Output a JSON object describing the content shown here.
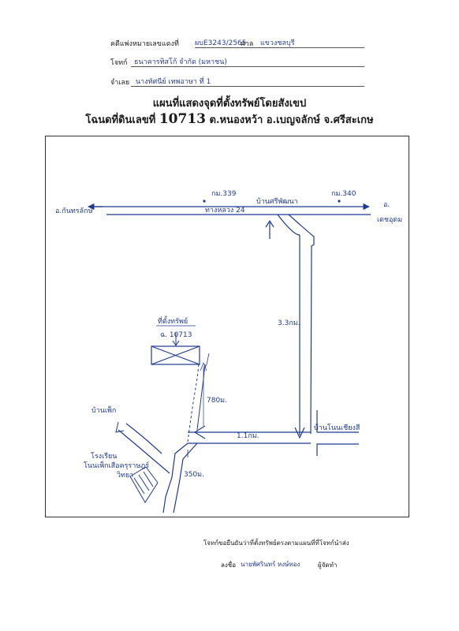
{
  "header": {
    "case_label": "คดีแพ่งหมายเลขแดงที่",
    "case_value": "ผบE3243/2565",
    "court_label": "ศาล",
    "court_value": "แขวงชลบุรี",
    "plaintiff_label": "โจทก์",
    "plaintiff_value": "ธนาคารทิสโก้ จำกัด (มหาชน)",
    "defendant_label": "จำเลย",
    "defendant_value": "นางทัศนีย์ เทพอาษา ที่ 1"
  },
  "title": {
    "line1": "แผนที่แสดงจุดที่ตั้งทรัพย์โดยสังเขป",
    "line2_prefix": "โฉนดที่ดินเลขที่",
    "deed_number": "10713",
    "line2_suffix": "ต.หนองหว้า อ.เบญจลักษ์ จ.ศรีสะเกษ"
  },
  "map": {
    "left_destination": "อ.กันทรลักษ์",
    "right_destination_1": "อ.",
    "right_destination_2": "เดชอุดม",
    "km_left": "กม.339",
    "km_right": "กม.340",
    "village_top": "บ้านศรีพัฒนา",
    "highway": "ทางหลวง 24",
    "distance_side_road": "3.3กม.",
    "property_label": "ที่ตั้งทรัพย์",
    "deed_label": "ฉ. 10713",
    "distance_to_property": "780ม.",
    "distance_cross": "1.1กม.",
    "village_right": "บ้านโนนเชียงสี",
    "village_left": "บ้านเพ็ก",
    "school_line1": "โรงเรียน",
    "school_line2": "โนนเพ็กเสือครุราษฎร์",
    "school_line3": "วิทยา",
    "distance_bottom": "350ม."
  },
  "footer": {
    "certify_text": "โจทก์ขอยืนยันว่าที่ตั้งทรัพย์ตรงตามแผนที่ที่โจทก์นำส่ง",
    "sign_label": "ลงชื่อ",
    "sign_name": "นายพัศรินทร์ หงษ์ทอง",
    "sign_role": "ผู้จัดทำ"
  }
}
